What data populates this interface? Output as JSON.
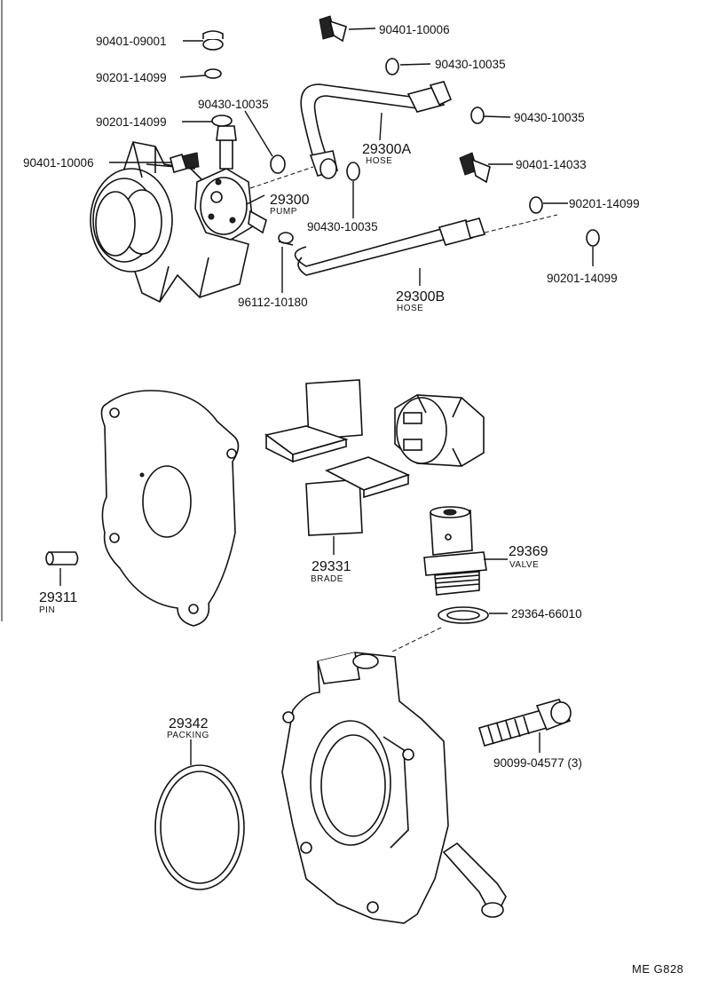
{
  "diagram": {
    "code": "ME G828",
    "labels": {
      "p9040109001": "90401-09001",
      "p9020114099_a": "90201-14099",
      "p9043010035_a": "90430-10035",
      "p9020114099_b": "90201-14099",
      "p9040110006_a": "90401-10006",
      "p9040110006_b": "90401-10006",
      "p9043010035_b": "90430-10035",
      "p9043010035_c": "90430-10035",
      "p9040114033": "90401-14033",
      "p9020114099_c": "90201-14099",
      "p9020114099_d": "90201-14099",
      "p9043010035_d": "90430-10035",
      "p29300A": "29300A",
      "p29300A_name": "HOSE",
      "p29300": "29300",
      "p29300_name": "PUMP",
      "p9611210180": "96112-10180",
      "p29300B": "29300B",
      "p29300B_name": "HOSE",
      "p29331": "29331",
      "p29331_name": "BRADE",
      "p29369": "29369",
      "p29369_name": "VALVE",
      "p29311": "29311",
      "p29311_name": "PIN",
      "p2936466010": "29364-66010",
      "p29342": "29342",
      "p29342_name": "PACKING",
      "p9009904577": "90099-04577 (3)"
    }
  }
}
